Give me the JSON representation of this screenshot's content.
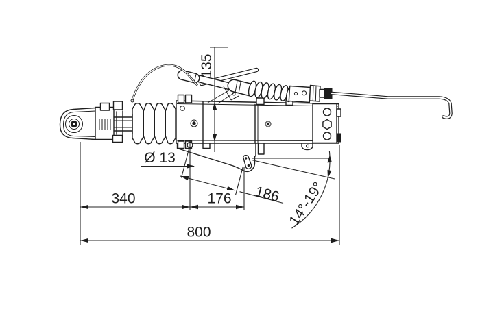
{
  "drawing": {
    "type": "technical-dimension-drawing",
    "subject": "trailer overrun coupling device side view",
    "background": "#ffffff",
    "line_color": "#1f1f1f",
    "labels": {
      "height_135": "135",
      "hole_diameter": "Ø 13",
      "dim_340": "340",
      "dim_176": "176",
      "dim_186": "186",
      "angle_range": "14°-19°",
      "dim_800": "800"
    }
  }
}
